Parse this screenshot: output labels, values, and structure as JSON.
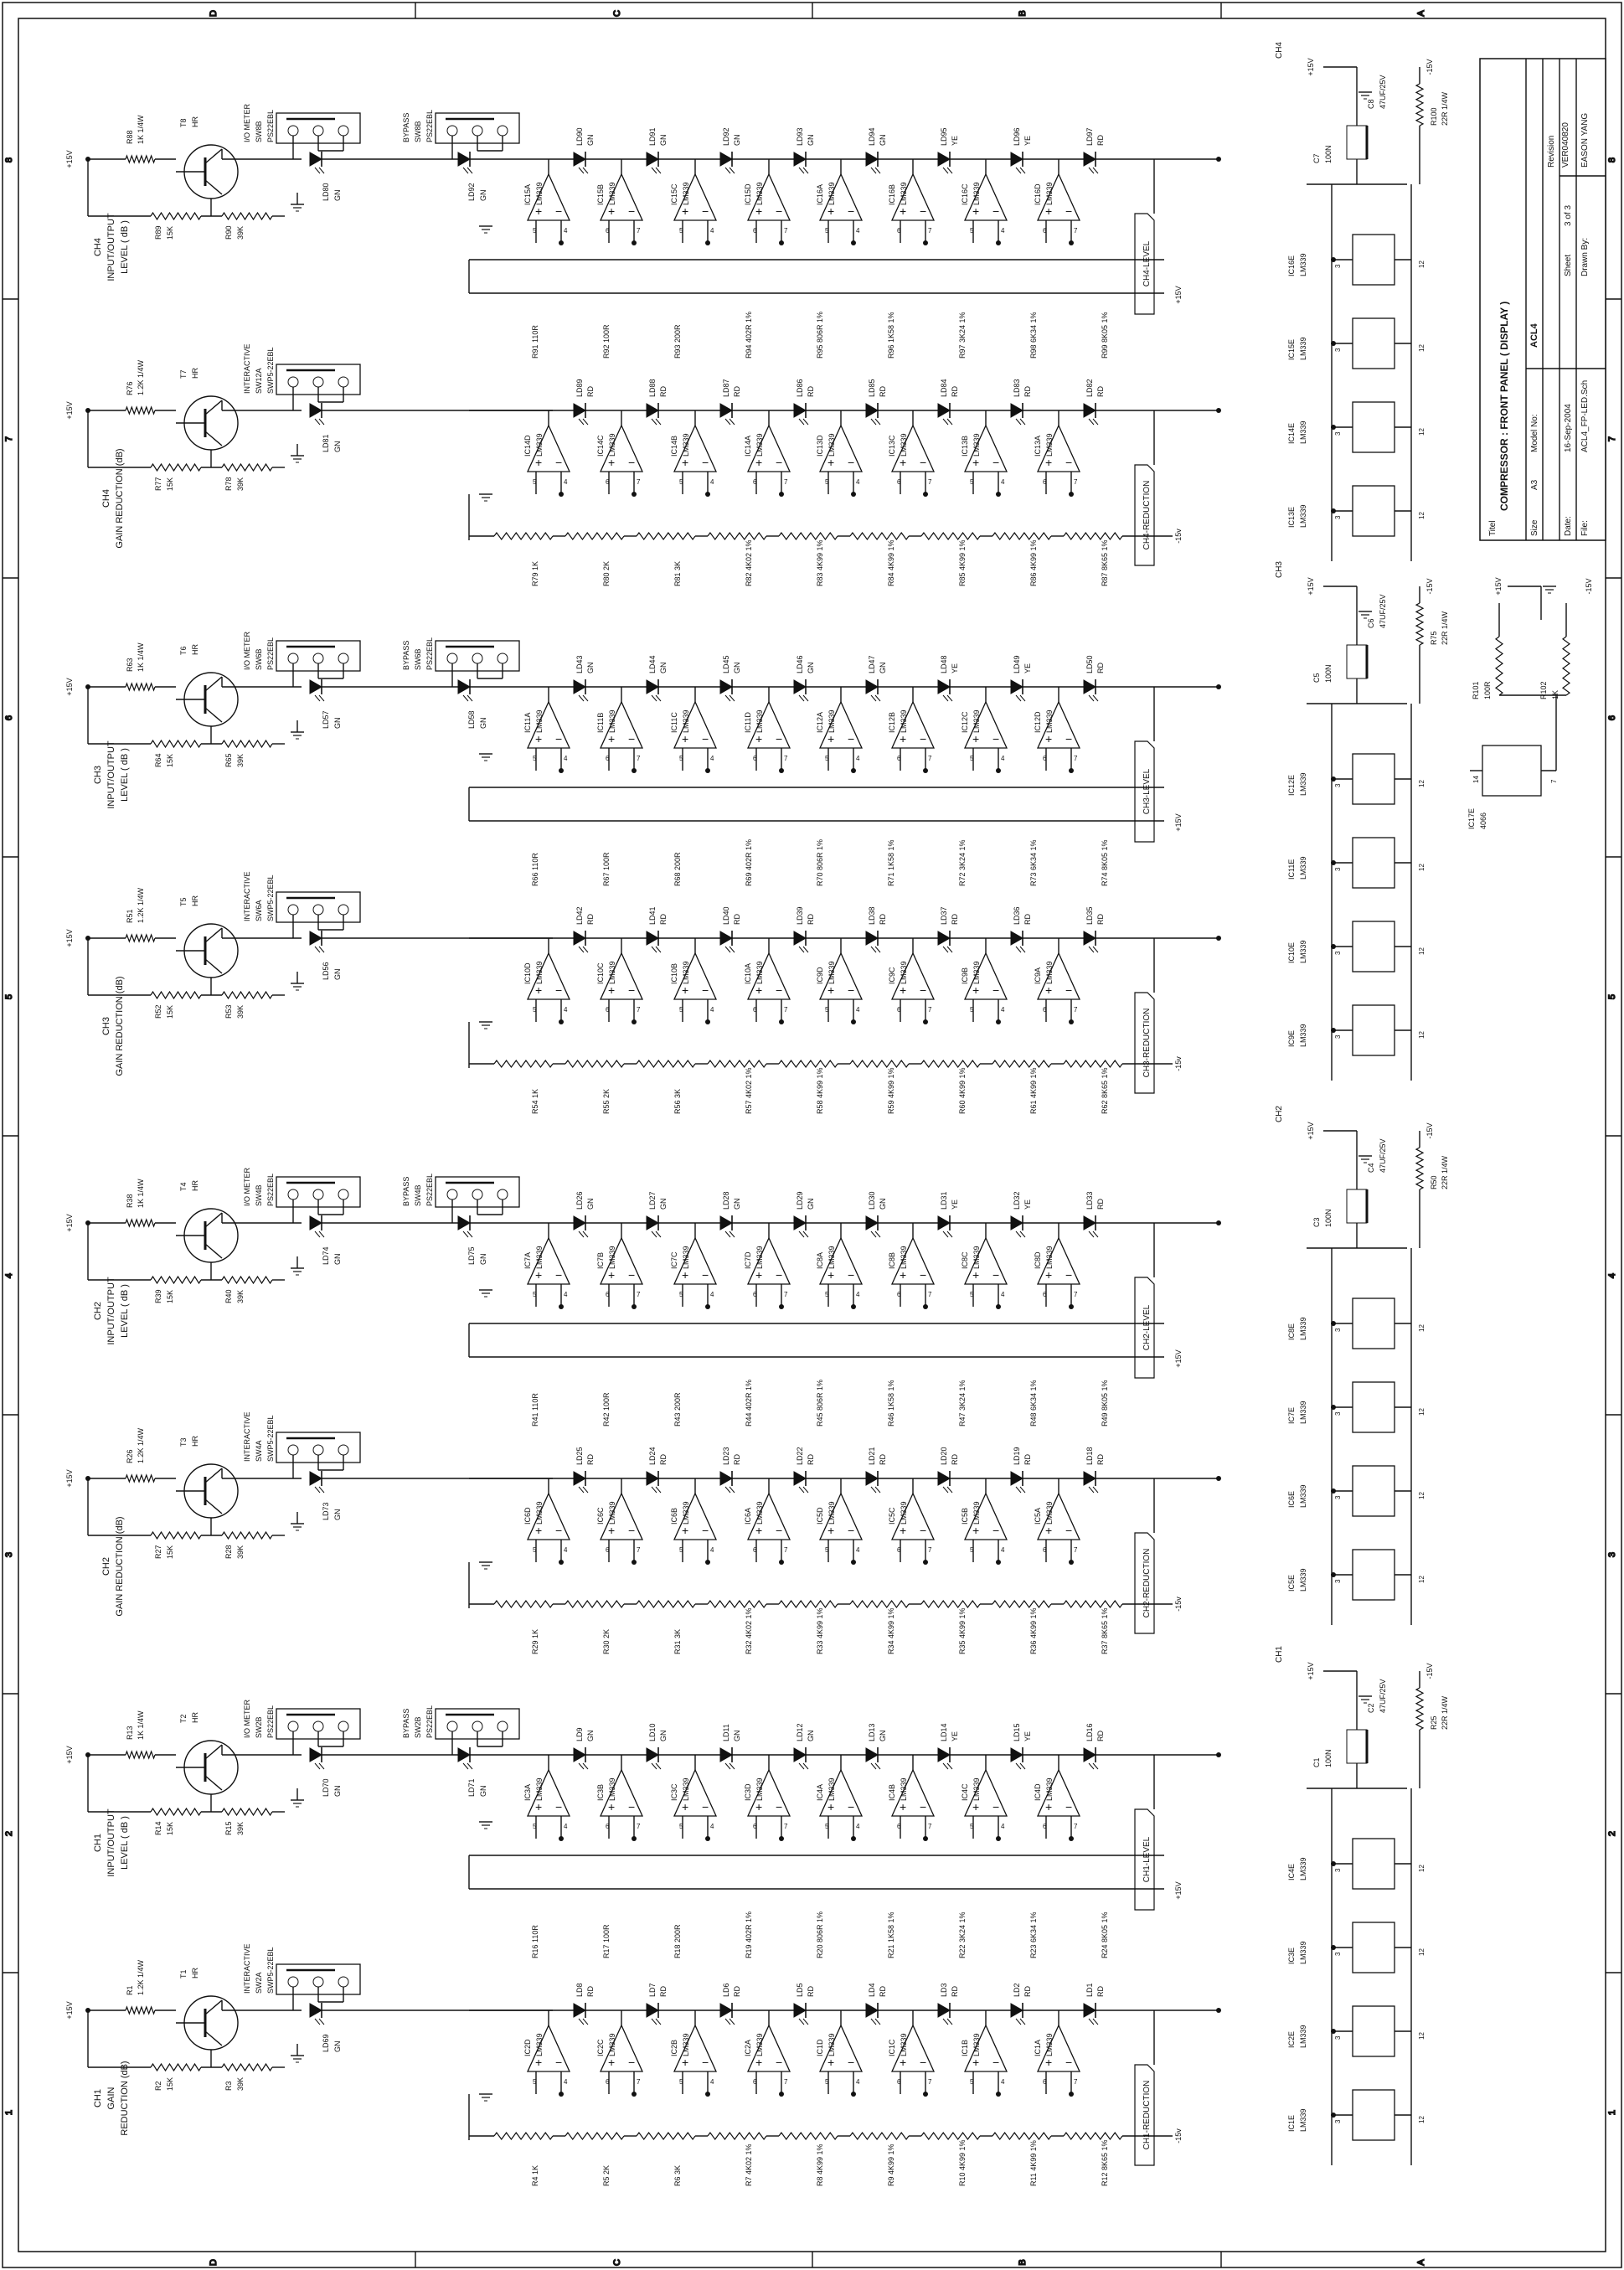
{
  "sheet": {
    "border_letters": [
      "D",
      "C",
      "B",
      "A"
    ],
    "border_numbers": [
      "1",
      "2",
      "3",
      "4",
      "5",
      "6",
      "7",
      "8"
    ]
  },
  "title_block": {
    "title_label": "Titel",
    "title": "COMPRESSOR : FRONT PANEL ( DISPLAY )",
    "size_label": "Size",
    "size": "A3",
    "model_label": "Model No:",
    "model": "ACL4",
    "revision_label": "Revision",
    "revision": "VER040820",
    "date_label": "Date:",
    "date": "16-Sep-2004",
    "file_label": "File:",
    "file": "ACL4_FP-LED.Sch",
    "sheet_label": "Sheet",
    "sheet": "3  of  3",
    "drawn_label": "Drawn By:",
    "drawn": "EASON YANG"
  },
  "rows": [
    {
      "id": "ch4-level",
      "type": "level",
      "label": "CH4-LEVEL",
      "group_lines": [
        "CH4",
        "INPUT/OUTPUT",
        "LEVEL ( dB )"
      ],
      "transistor": "T8",
      "tr_val": "HR",
      "r_in": "R88",
      "r_in_val": "1K 1/4W",
      "r_a": "R89",
      "r_a_val": "15K",
      "r_b": "R90",
      "r_b_val": "39K",
      "led_in": "LD80",
      "led_in_val": "GN",
      "led_bypass": "LD92",
      "led_bypass_val": "GN",
      "sw_meter": "SW8B PS22EBL",
      "sw_meter_label": "I/O METER",
      "sw_bypass": "SW8B PS22EBL",
      "sw_bypass_label": "BYPASS",
      "comparators": [
        "IC15A",
        "IC15B",
        "IC15C",
        "IC15D",
        "IC16A",
        "IC16B",
        "IC16C",
        "IC16D"
      ],
      "leds": [
        "LD90",
        "LD91",
        "LD92",
        "LD93",
        "LD94",
        "LD95",
        "LD96",
        "LD97"
      ],
      "led_colors": [
        "GN",
        "GN",
        "GN",
        "GN",
        "GN",
        "YE",
        "YE",
        "RD"
      ],
      "rail": "+15V"
    },
    {
      "id": "ch4-reduction",
      "type": "reduction",
      "label": "CH4-REDUCTION",
      "group_lines": [
        "CH4",
        "GAIN REDUCTION (dB)"
      ],
      "transistor": "T7",
      "tr_val": "HR",
      "r_in": "R76",
      "r_in_val": "1.2K 1/4W",
      "r_a": "R77",
      "r_a_val": "15K",
      "r_b": "R78",
      "r_b_val": "39K",
      "led_in": "LD81",
      "led_in_val": "GN",
      "sw_inter": "SW12A SWP5-22EBL",
      "sw_inter_label": "INTERACTIVE",
      "comparators": [
        "IC14D",
        "IC14C",
        "IC14B",
        "IC14A",
        "IC13D",
        "IC13C",
        "IC13B",
        "IC13A"
      ],
      "leds": [
        "LD89",
        "LD88",
        "LD87",
        "LD86",
        "LD85",
        "LD84",
        "LD83",
        "LD82"
      ],
      "led_colors": [
        "RD",
        "RD",
        "RD",
        "RD",
        "RD",
        "RD",
        "RD",
        "RD"
      ],
      "r_top": [
        "R91 110R",
        "R92 100R",
        "R93 200R",
        "R94 402R 1%",
        "R95 806R 1%",
        "R96 1K58 1%",
        "R97 3K24 1%",
        "R98 6K34 1%",
        "R99 8K05 1%"
      ],
      "r_bottom": [
        "R79 1K",
        "R80 2K",
        "R81 3K",
        "R82 4K02 1%",
        "R83 4K99 1%",
        "R84 4K99 1%",
        "R85 4K99 1%",
        "R86 4K99 1%",
        "R87 8K65 1%"
      ],
      "rail": "-15V"
    },
    {
      "id": "ch3-level",
      "type": "level",
      "label": "CH3-LEVEL",
      "group_lines": [
        "CH3",
        "INPUT/OUTPUT",
        "LEVEL ( dB )"
      ],
      "transistor": "T6",
      "tr_val": "HR",
      "r_in": "R63",
      "r_in_val": "1K 1/4W",
      "r_a": "R64",
      "r_a_val": "15K",
      "r_b": "R65",
      "r_b_val": "39K",
      "led_in": "LD57",
      "led_in_val": "GN",
      "led_bypass": "LD58",
      "led_bypass_val": "GN",
      "sw_meter": "SW6B PS22EBL",
      "sw_meter_label": "I/O METER",
      "sw_bypass": "SW6B PS22EBL",
      "sw_bypass_label": "BYPASS",
      "comparators": [
        "IC11A",
        "IC11B",
        "IC11C",
        "IC11D",
        "IC12A",
        "IC12B",
        "IC12C",
        "IC12D"
      ],
      "leds": [
        "LD43",
        "LD44",
        "LD45",
        "LD46",
        "LD47",
        "LD48",
        "LD49",
        "LD50"
      ],
      "led_colors": [
        "GN",
        "GN",
        "GN",
        "GN",
        "GN",
        "YE",
        "YE",
        "RD"
      ],
      "rail": "+15V"
    },
    {
      "id": "ch3-reduction",
      "type": "reduction",
      "label": "CH3-REDUCTION",
      "group_lines": [
        "CH3",
        "GAIN REDUCTION (dB)"
      ],
      "transistor": "T5",
      "tr_val": "HR",
      "r_in": "R51",
      "r_in_val": "1.2K 1/4W",
      "r_a": "R52",
      "r_a_val": "15K",
      "r_b": "R53",
      "r_b_val": "39K",
      "led_in": "LD56",
      "led_in_val": "GN",
      "sw_inter": "SW6A SWP5-22EBL",
      "sw_inter_label": "INTERACTIVE",
      "comparators": [
        "IC10D",
        "IC10C",
        "IC10B",
        "IC10A",
        "IC9D",
        "IC9C",
        "IC9B",
        "IC9A"
      ],
      "leds": [
        "LD42",
        "LD41",
        "LD40",
        "LD39",
        "LD38",
        "LD37",
        "LD36",
        "LD35"
      ],
      "led_colors": [
        "RD",
        "RD",
        "RD",
        "RD",
        "RD",
        "RD",
        "RD",
        "RD"
      ],
      "r_top": [
        "R66 110R",
        "R67 100R",
        "R68 200R",
        "R69 402R 1%",
        "R70 806R 1%",
        "R71 1K58 1%",
        "R72 3K24 1%",
        "R73 6K34 1%",
        "R74 8K05 1%"
      ],
      "r_bottom": [
        "R54 1K",
        "R55 2K",
        "R56 3K",
        "R57 4K02 1%",
        "R58 4K99 1%",
        "R59 4K99 1%",
        "R60 4K99 1%",
        "R61 4K99 1%",
        "R62 8K65 1%"
      ],
      "rail": "-15V"
    },
    {
      "id": "ch2-level",
      "type": "level",
      "label": "CH2-LEVEL",
      "group_lines": [
        "CH2",
        "INPUT/OUTPUT",
        "LEVEL ( dB )"
      ],
      "transistor": "T4",
      "tr_val": "HR",
      "r_in": "R38",
      "r_in_val": "1K 1/4W",
      "r_a": "R39",
      "r_a_val": "15K",
      "r_b": "R40",
      "r_b_val": "39K",
      "led_in": "LD74",
      "led_in_val": "GN",
      "led_bypass": "LD75",
      "led_bypass_val": "GN",
      "sw_meter": "SW4B PS22EBL",
      "sw_meter_label": "I/O METER",
      "sw_bypass": "SW4B PS22EBL",
      "sw_bypass_label": "BYPASS",
      "comparators": [
        "IC7A",
        "IC7B",
        "IC7C",
        "IC7D",
        "IC8A",
        "IC8B",
        "IC8C",
        "IC8D"
      ],
      "leds": [
        "LD26",
        "LD27",
        "LD28",
        "LD29",
        "LD30",
        "LD31",
        "LD32",
        "LD33"
      ],
      "led_colors": [
        "GN",
        "GN",
        "GN",
        "GN",
        "GN",
        "YE",
        "YE",
        "RD"
      ],
      "rail": "+15V"
    },
    {
      "id": "ch2-reduction",
      "type": "reduction",
      "label": "CH2-REDUCTION",
      "group_lines": [
        "CH2",
        "GAIN REDUCTION (dB)"
      ],
      "transistor": "T3",
      "tr_val": "HR",
      "r_in": "R26",
      "r_in_val": "1.2K 1/4W",
      "r_a": "R27",
      "r_a_val": "15K",
      "r_b": "R28",
      "r_b_val": "39K",
      "led_in": "LD73",
      "led_in_val": "GN",
      "sw_inter": "SW4A SWP5-22EBL",
      "sw_inter_label": "INTERACTIVE",
      "comparators": [
        "IC6D",
        "IC6C",
        "IC6B",
        "IC6A",
        "IC5D",
        "IC5C",
        "IC5B",
        "IC5A"
      ],
      "leds": [
        "LD25",
        "LD24",
        "LD23",
        "LD22",
        "LD21",
        "LD20",
        "LD19",
        "LD18"
      ],
      "led_colors": [
        "RD",
        "RD",
        "RD",
        "RD",
        "RD",
        "RD",
        "RD",
        "RD"
      ],
      "r_top": [
        "R41 110R",
        "R42 100R",
        "R43 200R",
        "R44 402R 1%",
        "R45 806R 1%",
        "R46 1K58 1%",
        "R47 3K24 1%",
        "R48 6K34 1%",
        "R49 8K05 1%"
      ],
      "r_bottom": [
        "R29 1K",
        "R30 2K",
        "R31 3K",
        "R32 4K02 1%",
        "R33 4K99 1%",
        "R34 4K99 1%",
        "R35 4K99 1%",
        "R36 4K99 1%",
        "R37 8K65 1%"
      ],
      "rail": "-15V"
    },
    {
      "id": "ch1-level",
      "type": "level",
      "label": "CH1-LEVEL",
      "group_lines": [
        "CH1",
        "INPUT/OUTPUT",
        "LEVEL ( dB )"
      ],
      "transistor": "T2",
      "tr_val": "HR",
      "r_in": "R13",
      "r_in_val": "1K 1/4W",
      "r_a": "R14",
      "r_a_val": "15K",
      "r_b": "R15",
      "r_b_val": "39K",
      "led_in": "LD70",
      "led_in_val": "GN",
      "led_bypass": "LD71",
      "led_bypass_val": "GN",
      "sw_meter": "SW2B PS22EBL",
      "sw_meter_label": "I/O METER",
      "sw_bypass": "SW2B PS22EBL",
      "sw_bypass_label": "BYPASS",
      "comparators": [
        "IC3A",
        "IC3B",
        "IC3C",
        "IC3D",
        "IC4A",
        "IC4B",
        "IC4C",
        "IC4D"
      ],
      "leds": [
        "LD9",
        "LD10",
        "LD11",
        "LD12",
        "LD13",
        "LD14",
        "LD15",
        "LD16"
      ],
      "led_colors": [
        "GN",
        "GN",
        "GN",
        "GN",
        "GN",
        "YE",
        "YE",
        "RD"
      ],
      "rail": "+15V"
    },
    {
      "id": "ch1-reduction",
      "type": "reduction",
      "label": "CH1-REDUCTION",
      "group_lines": [
        "CH1",
        "GAIN",
        "REDUCTION (dB)"
      ],
      "transistor": "T1",
      "tr_val": "HR",
      "r_in": "R1",
      "r_in_val": "1.2K 1/4W",
      "r_a": "R2",
      "r_a_val": "15K",
      "r_b": "R3",
      "r_b_val": "39K",
      "led_in": "LD69",
      "led_in_val": "GN",
      "sw_inter": "SW2A SWP5-22EBL",
      "sw_inter_label": "INTERACTIVE",
      "comparators": [
        "IC2D",
        "IC2C",
        "IC2B",
        "IC2A",
        "IC1D",
        "IC1C",
        "IC1B",
        "IC1A"
      ],
      "leds": [
        "LD8",
        "LD7",
        "LD6",
        "LD5",
        "LD4",
        "LD3",
        "LD2",
        "LD1"
      ],
      "led_colors": [
        "RD",
        "RD",
        "RD",
        "RD",
        "RD",
        "RD",
        "RD",
        "RD"
      ],
      "r_top": [
        "R16 110R",
        "R17 100R",
        "R18 200R",
        "R19 402R 1%",
        "R20 806R 1%",
        "R21 1K58 1%",
        "R22 3K24 1%",
        "R23 6K34 1%",
        "R24 8K05 1%"
      ],
      "r_bottom": [
        "R4 1K",
        "R5 2K",
        "R6 3K",
        "R7 4K02 1%",
        "R8 4K99 1%",
        "R9 4K99 1%",
        "R10 4K99 1%",
        "R11 4K99 1%",
        "R12 8K65 1%"
      ],
      "rail": "-15V"
    }
  ],
  "power": [
    {
      "channel": "CH4",
      "cap": "C8",
      "cap_val": "47UF/25V",
      "cap_small": "C7",
      "cap_small_val": "100N",
      "res": "R100",
      "res_val": "22R 1/4W",
      "ics": [
        "IC16E LM339",
        "IC15E LM339",
        "IC14E LM339",
        "IC13E LM339"
      ]
    },
    {
      "channel": "CH3",
      "cap": "C6",
      "cap_val": "47UF/25V",
      "cap_small": "C5",
      "cap_small_val": "100N",
      "res": "R75",
      "res_val": "22R 1/4W",
      "ics": [
        "IC12E LM339",
        "IC11E LM339",
        "IC10E LM339",
        "IC9E LM339"
      ]
    },
    {
      "channel": "CH2",
      "cap": "C4",
      "cap_val": "47UF/25V",
      "cap_small": "C3",
      "cap_small_val": "100N",
      "res": "R50",
      "res_val": "22R 1/4W",
      "ics": [
        "IC8E LM339",
        "IC7E LM339",
        "IC6E LM339",
        "IC5E LM339"
      ]
    },
    {
      "channel": "CH1",
      "cap": "C2",
      "cap_val": "47UF/25V",
      "cap_small": "C1",
      "cap_small_val": "100N",
      "res": "R25",
      "res_val": "22R 1/4W",
      "ics": [
        "IC4E LM339",
        "IC3E LM339",
        "IC2E LM339",
        "IC1E LM339"
      ]
    }
  ],
  "extra": {
    "ic17e": "IC17E 4066",
    "r101": "R101 100R",
    "r102": "R102 1K",
    "pin14": "14",
    "pin7": "7"
  },
  "common": {
    "ic_type": "LM339",
    "plus15": "+15V",
    "minus15": "-15V",
    "minus15b": "-15v",
    "pin12": "12",
    "pin3": "3"
  }
}
